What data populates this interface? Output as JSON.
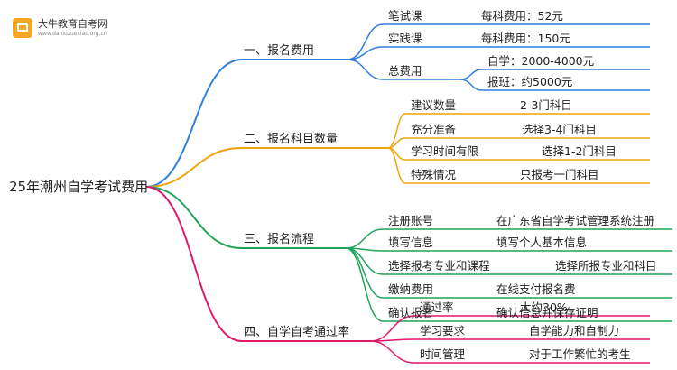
{
  "logo": {
    "name": "大牛教育自考网",
    "url": "www.daniuzuexiao.org.cn"
  },
  "root": {
    "label": "25年潮州自学考试费用"
  },
  "branches": [
    {
      "label": "一、报名费用",
      "color": "#2f7fe0",
      "items": [
        {
          "label": "笔试课",
          "value": "每科费用：52元"
        },
        {
          "label": "实践课",
          "value": "每科费用：150元"
        },
        {
          "label": "总费用",
          "children": [
            {
              "value": "自学：2000-4000元"
            },
            {
              "value": "报班：约5000元"
            }
          ]
        }
      ]
    },
    {
      "label": "二、报名科目数量",
      "color": "#f0a30a",
      "items": [
        {
          "label": "建议数量",
          "value": "2-3门科目"
        },
        {
          "label": "充分准备",
          "value": "选择3-4门科目"
        },
        {
          "label": "学习时间有限",
          "value": "选择1-2门科目"
        },
        {
          "label": "特殊情况",
          "value": "只报考一门科目"
        }
      ]
    },
    {
      "label": "三、报名流程",
      "color": "#1fa35a",
      "items": [
        {
          "label": "注册账号",
          "value": "在广东省自学考试管理系统注册"
        },
        {
          "label": "填写信息",
          "value": "填写个人基本信息"
        },
        {
          "label": "选择报考专业和课程",
          "value": "选择所报专业和科目"
        },
        {
          "label": "缴纳费用",
          "value": "在线支付报名费"
        },
        {
          "label": "确认报名",
          "value": "确认信息并保存证明"
        }
      ]
    },
    {
      "label": "四、自学自考通过率",
      "color": "#e0186c",
      "items": [
        {
          "label": "通过率",
          "value": "大约30%"
        },
        {
          "label": "学习要求",
          "value": "自学能力和自制力"
        },
        {
          "label": "时间管理",
          "value": "对于工作繁忙的考生"
        }
      ]
    }
  ]
}
